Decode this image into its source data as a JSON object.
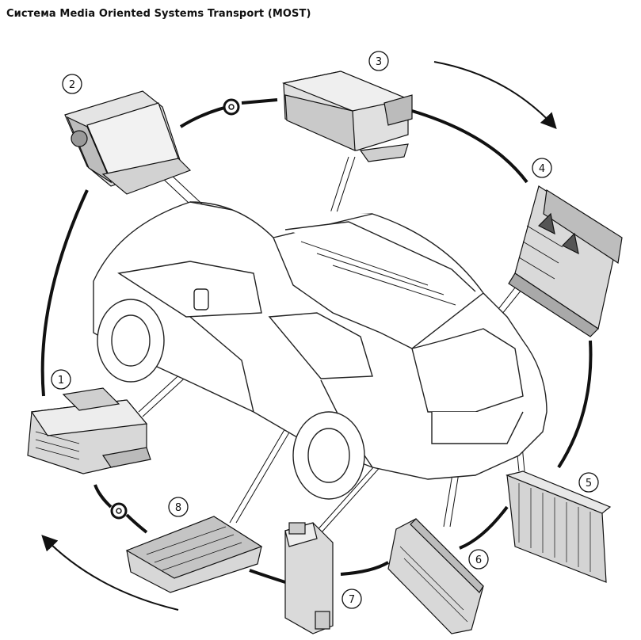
{
  "title": "Система Media Oriented Systems Transport (MOST)",
  "modules": [
    {
      "label": "1"
    },
    {
      "label": "2"
    },
    {
      "label": "3"
    },
    {
      "label": "4"
    },
    {
      "label": "5"
    },
    {
      "label": "6"
    },
    {
      "label": "7"
    },
    {
      "label": "8"
    }
  ]
}
